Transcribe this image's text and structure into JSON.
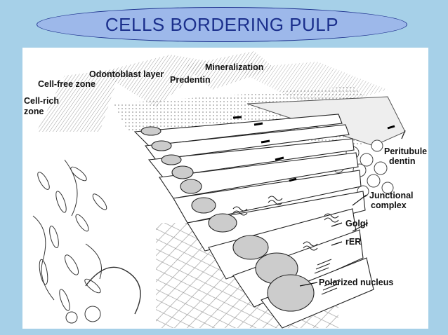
{
  "slide": {
    "title": "CELLS BORDERING PULP",
    "colors": {
      "background": "#a6d0e8",
      "title_oval": "#9db8ea",
      "title_text": "#1b2f8c"
    }
  },
  "figure": {
    "labels": {
      "cell_rich_line1": "Cell-rich",
      "cell_rich_line2": "zone",
      "cell_free": "Cell-free zone",
      "odontoblast": "Odontoblast layer",
      "predentin": "Predentin",
      "mineralization": "Mineralization",
      "peritubule_line1": "Peritubule",
      "peritubule_line2": "dentin",
      "junctional_line1": "Junctional",
      "junctional_line2": "complex",
      "golgi": "Golgi",
      "rer": "rER",
      "nucleus": "Polarized nucleus"
    }
  }
}
